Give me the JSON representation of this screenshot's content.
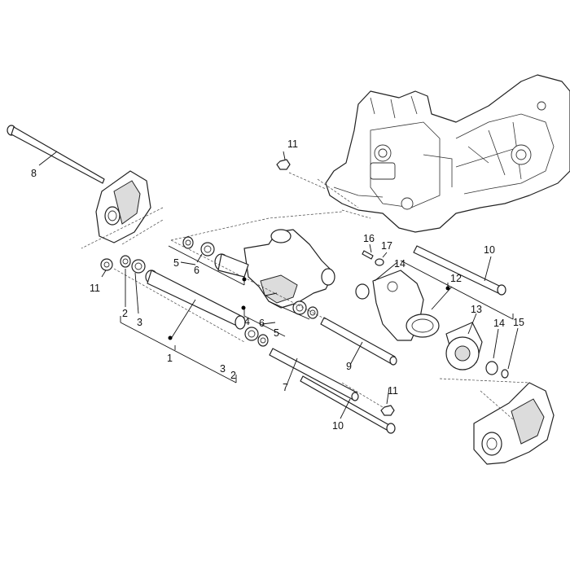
{
  "callouts": {
    "c1": "1",
    "c2a": "2",
    "c2b": "2",
    "c3a": "3",
    "c3b": "3",
    "c4": "4",
    "c5a": "5",
    "c5b": "5",
    "c6a": "6",
    "c6b": "6",
    "c7": "7",
    "c8": "8",
    "c9": "9",
    "c10a": "10",
    "c10b": "10",
    "c11a": "11",
    "c11b": "11",
    "c11c": "11",
    "c12": "12",
    "c13": "13",
    "c14a": "14",
    "c14b": "14",
    "c15": "15",
    "c16": "16",
    "c17": "17"
  },
  "colors": {
    "line": "#222222",
    "fill": "#ffffff",
    "shade": "#dcdcdc"
  }
}
